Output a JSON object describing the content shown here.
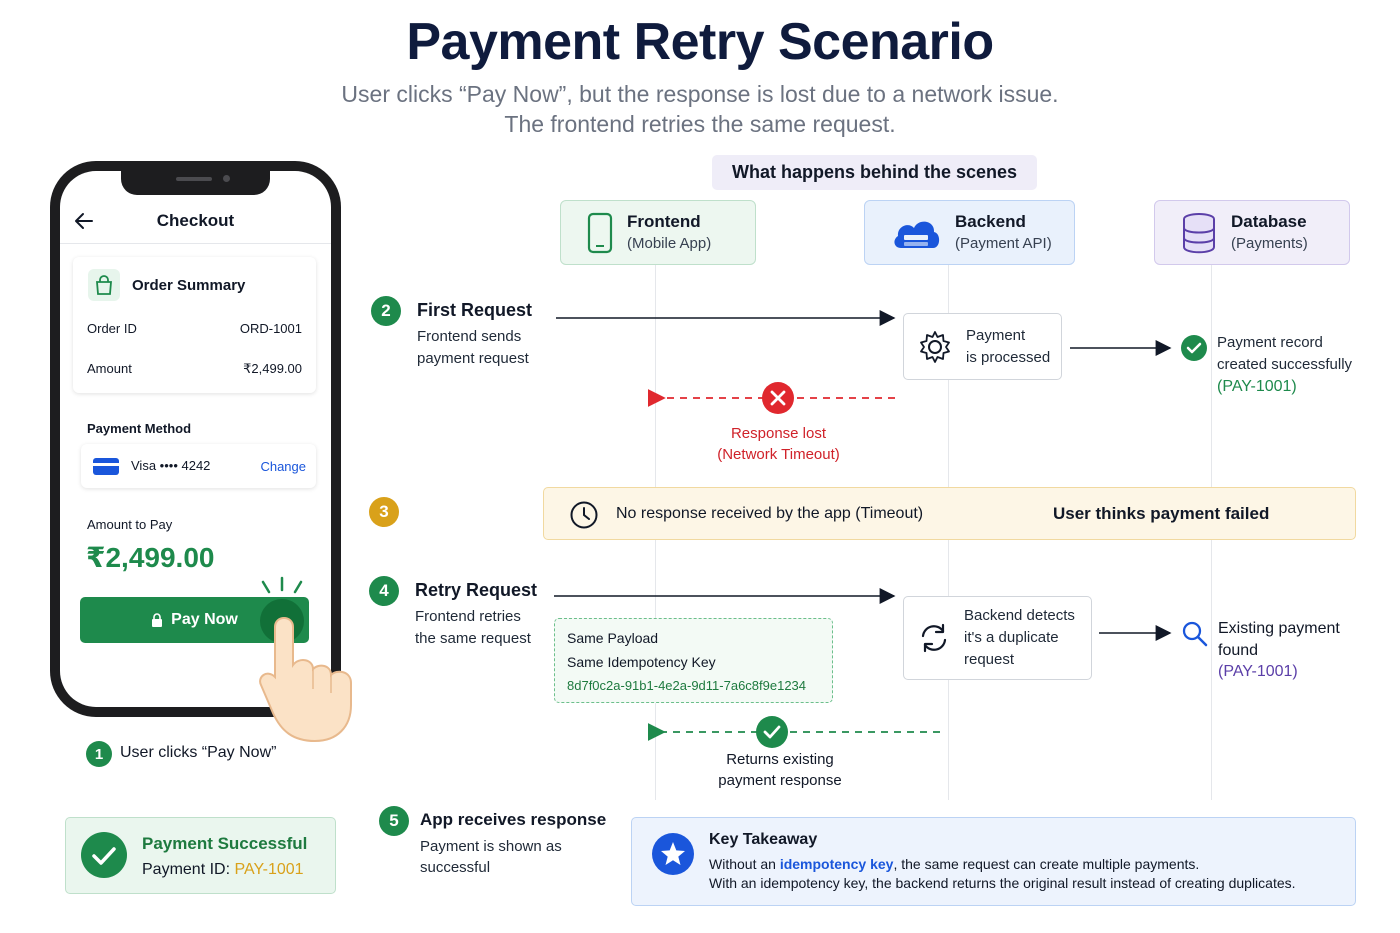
{
  "header": {
    "title": "Payment Retry Scenario",
    "subtitle_line1": "User clicks “Pay Now”, but the response is lost due to a network issue.",
    "subtitle_line2": "The frontend retries the same request."
  },
  "phone": {
    "screen_title": "Checkout",
    "order_summary_title": "Order Summary",
    "order_id_label": "Order ID",
    "order_id_value": "ORD-1001",
    "amount_label": "Amount",
    "amount_value": "₹2,499.00",
    "payment_method_label": "Payment Method",
    "card_text": "Visa •••• 4242",
    "change_label": "Change",
    "amount_to_pay_label": "Amount to Pay",
    "amount_to_pay_value": "₹2,499.00",
    "pay_button_label": "Pay Now"
  },
  "step1": {
    "number": "1",
    "text": "User clicks “Pay Now”"
  },
  "result": {
    "title": "Payment Successful",
    "id_label": "Payment ID: ",
    "id_value": "PAY-1001"
  },
  "behind": {
    "label": "What happens behind the scenes"
  },
  "actors": [
    {
      "name": "Frontend",
      "desc": "(Mobile App)",
      "icon": "mobile-phone-icon"
    },
    {
      "name": "Backend",
      "desc": "(Payment API)",
      "icon": "cloud-server-icon"
    },
    {
      "name": "Database",
      "desc": "(Payments)",
      "icon": "database-icon"
    }
  ],
  "step2": {
    "number": "2",
    "title": "First Request",
    "line1": "Frontend sends",
    "line2": "payment request",
    "process_line1": "Payment",
    "process_line2": "is processed",
    "db_line1": "Payment record",
    "db_line2": "created successfully",
    "db_id": "(PAY-1001)",
    "lost_line1": "Response lost",
    "lost_line2": "(Network Timeout)"
  },
  "step3": {
    "number": "3",
    "text": "No response received by the app (Timeout)",
    "result": "User thinks payment failed"
  },
  "step4": {
    "number": "4",
    "title": "Retry Request",
    "line1": "Frontend retries",
    "line2": "the same request",
    "payload_line1": "Same Payload",
    "payload_line2": "Same Idempotency Key",
    "payload_key": "8d7f0c2a-91b1-4e2a-9d11-7a6c8f9e1234",
    "detect_line1": "Backend detects",
    "detect_line2": "it's a duplicate",
    "detect_line3": "request",
    "found_line1": "Existing payment",
    "found_line2": "found",
    "found_id": "(PAY-1001)",
    "return_line1": "Returns existing",
    "return_line2": "payment response"
  },
  "step5": {
    "number": "5",
    "title": "App receives response",
    "line1": "Payment is shown as",
    "line2": "successful"
  },
  "takeaway": {
    "title": "Key Takeaway",
    "line1_pre": "Without an ",
    "line1_highlight": "idempotency key",
    "line1_post": ", the same request can create multiple payments.",
    "line2": "With an idempotency key, the backend returns the original result instead of creating duplicates."
  },
  "colors": {
    "green": "#1e8a4c",
    "red": "#e0282e",
    "amber": "#d9a11a",
    "navy": "#0f1b3d",
    "purple": "#5b3fa8",
    "blue": "#1a56db"
  }
}
